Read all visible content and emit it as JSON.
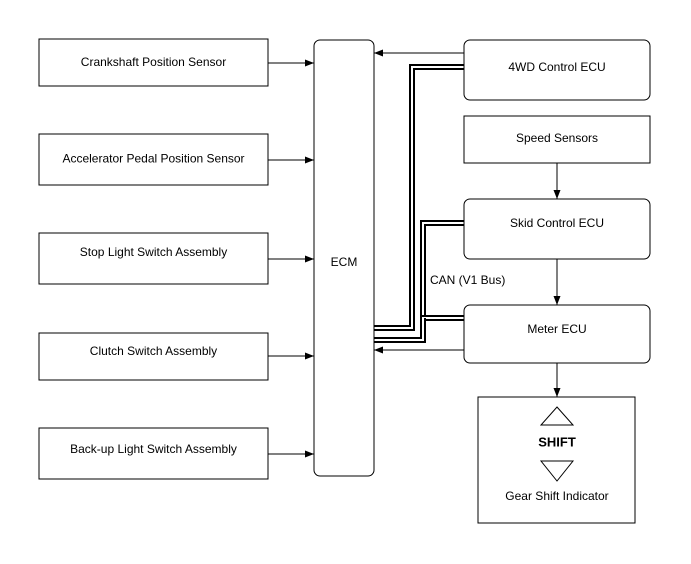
{
  "inputs": [
    "Crankshaft Position Sensor",
    "Accelerator Pedal Position Sensor",
    "Stop Light Switch Assembly",
    "Clutch Switch Assembly",
    "Back-up Light Switch Assembly"
  ],
  "ecm": "ECM",
  "fourwd_ecu": "4WD Control ECU",
  "speed_sensors": "Speed Sensors",
  "skid_ecu": "Skid Control ECU",
  "meter_ecu": "Meter ECU",
  "can_bus": "CAN (V1 Bus)",
  "indicator": {
    "shift_text": "SHIFT",
    "label": "Gear Shift Indicator"
  }
}
